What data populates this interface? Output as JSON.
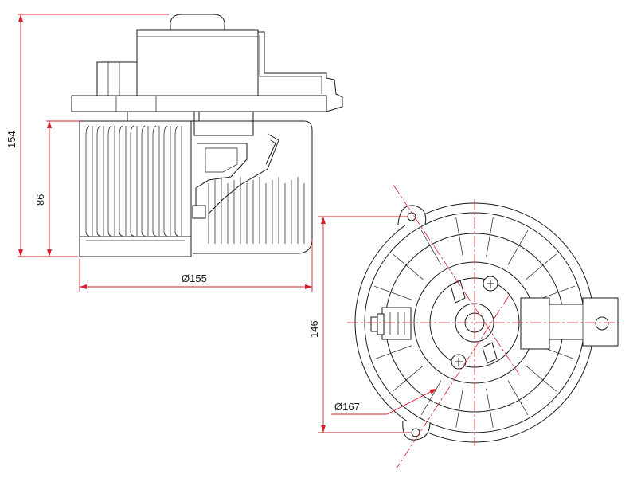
{
  "dimensions": {
    "overall_height": "154",
    "wheel_height": "86",
    "wheel_diameter": "Ø155",
    "mount_height": "146",
    "flange_diameter": "Ø167"
  },
  "colors": {
    "outline": "#1a1a1a",
    "dimension": "#d61f2b",
    "background": "#ffffff"
  }
}
